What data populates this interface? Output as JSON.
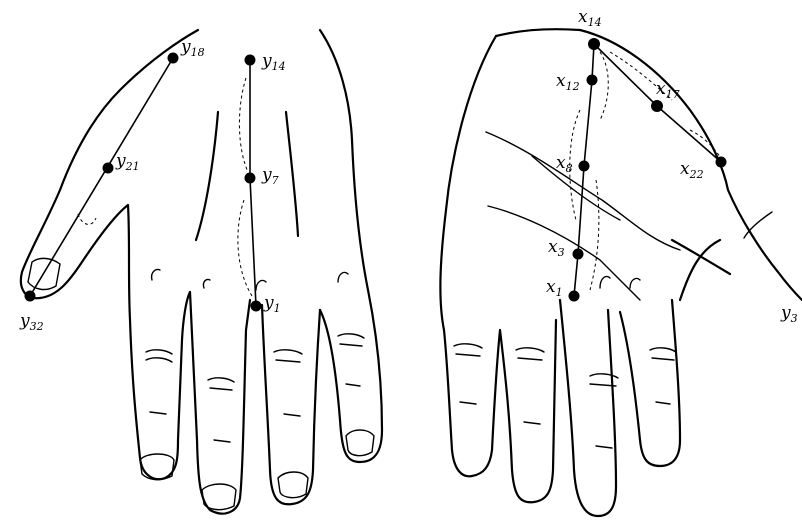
{
  "back_hand": {
    "points": [
      {
        "id": "y18",
        "label": "y18",
        "base": "y",
        "sub": "18"
      },
      {
        "id": "y21",
        "label": "y21",
        "base": "y",
        "sub": "21"
      },
      {
        "id": "y32",
        "label": "y32",
        "base": "y",
        "sub": "32"
      },
      {
        "id": "y14",
        "label": "y14",
        "base": "y",
        "sub": "14"
      },
      {
        "id": "y7",
        "label": "y7",
        "base": "y",
        "sub": "7"
      },
      {
        "id": "y1",
        "label": "y1",
        "base": "y",
        "sub": "1"
      }
    ]
  },
  "palm_hand": {
    "points": [
      {
        "id": "x14",
        "label": "x14",
        "base": "x",
        "sub": "14"
      },
      {
        "id": "x12",
        "label": "x12",
        "base": "x",
        "sub": "12"
      },
      {
        "id": "x17",
        "label": "x17",
        "base": "x",
        "sub": "17"
      },
      {
        "id": "x22",
        "label": "x22",
        "base": "x",
        "sub": "22"
      },
      {
        "id": "x8",
        "label": "x8",
        "base": "x",
        "sub": "8"
      },
      {
        "id": "x3",
        "label": "x3",
        "base": "x",
        "sub": "3"
      },
      {
        "id": "x1",
        "label": "x1",
        "base": "x",
        "sub": "1"
      }
    ],
    "partial_label": {
      "id": "y3",
      "label": "y3",
      "base": "y",
      "sub": "3"
    }
  }
}
